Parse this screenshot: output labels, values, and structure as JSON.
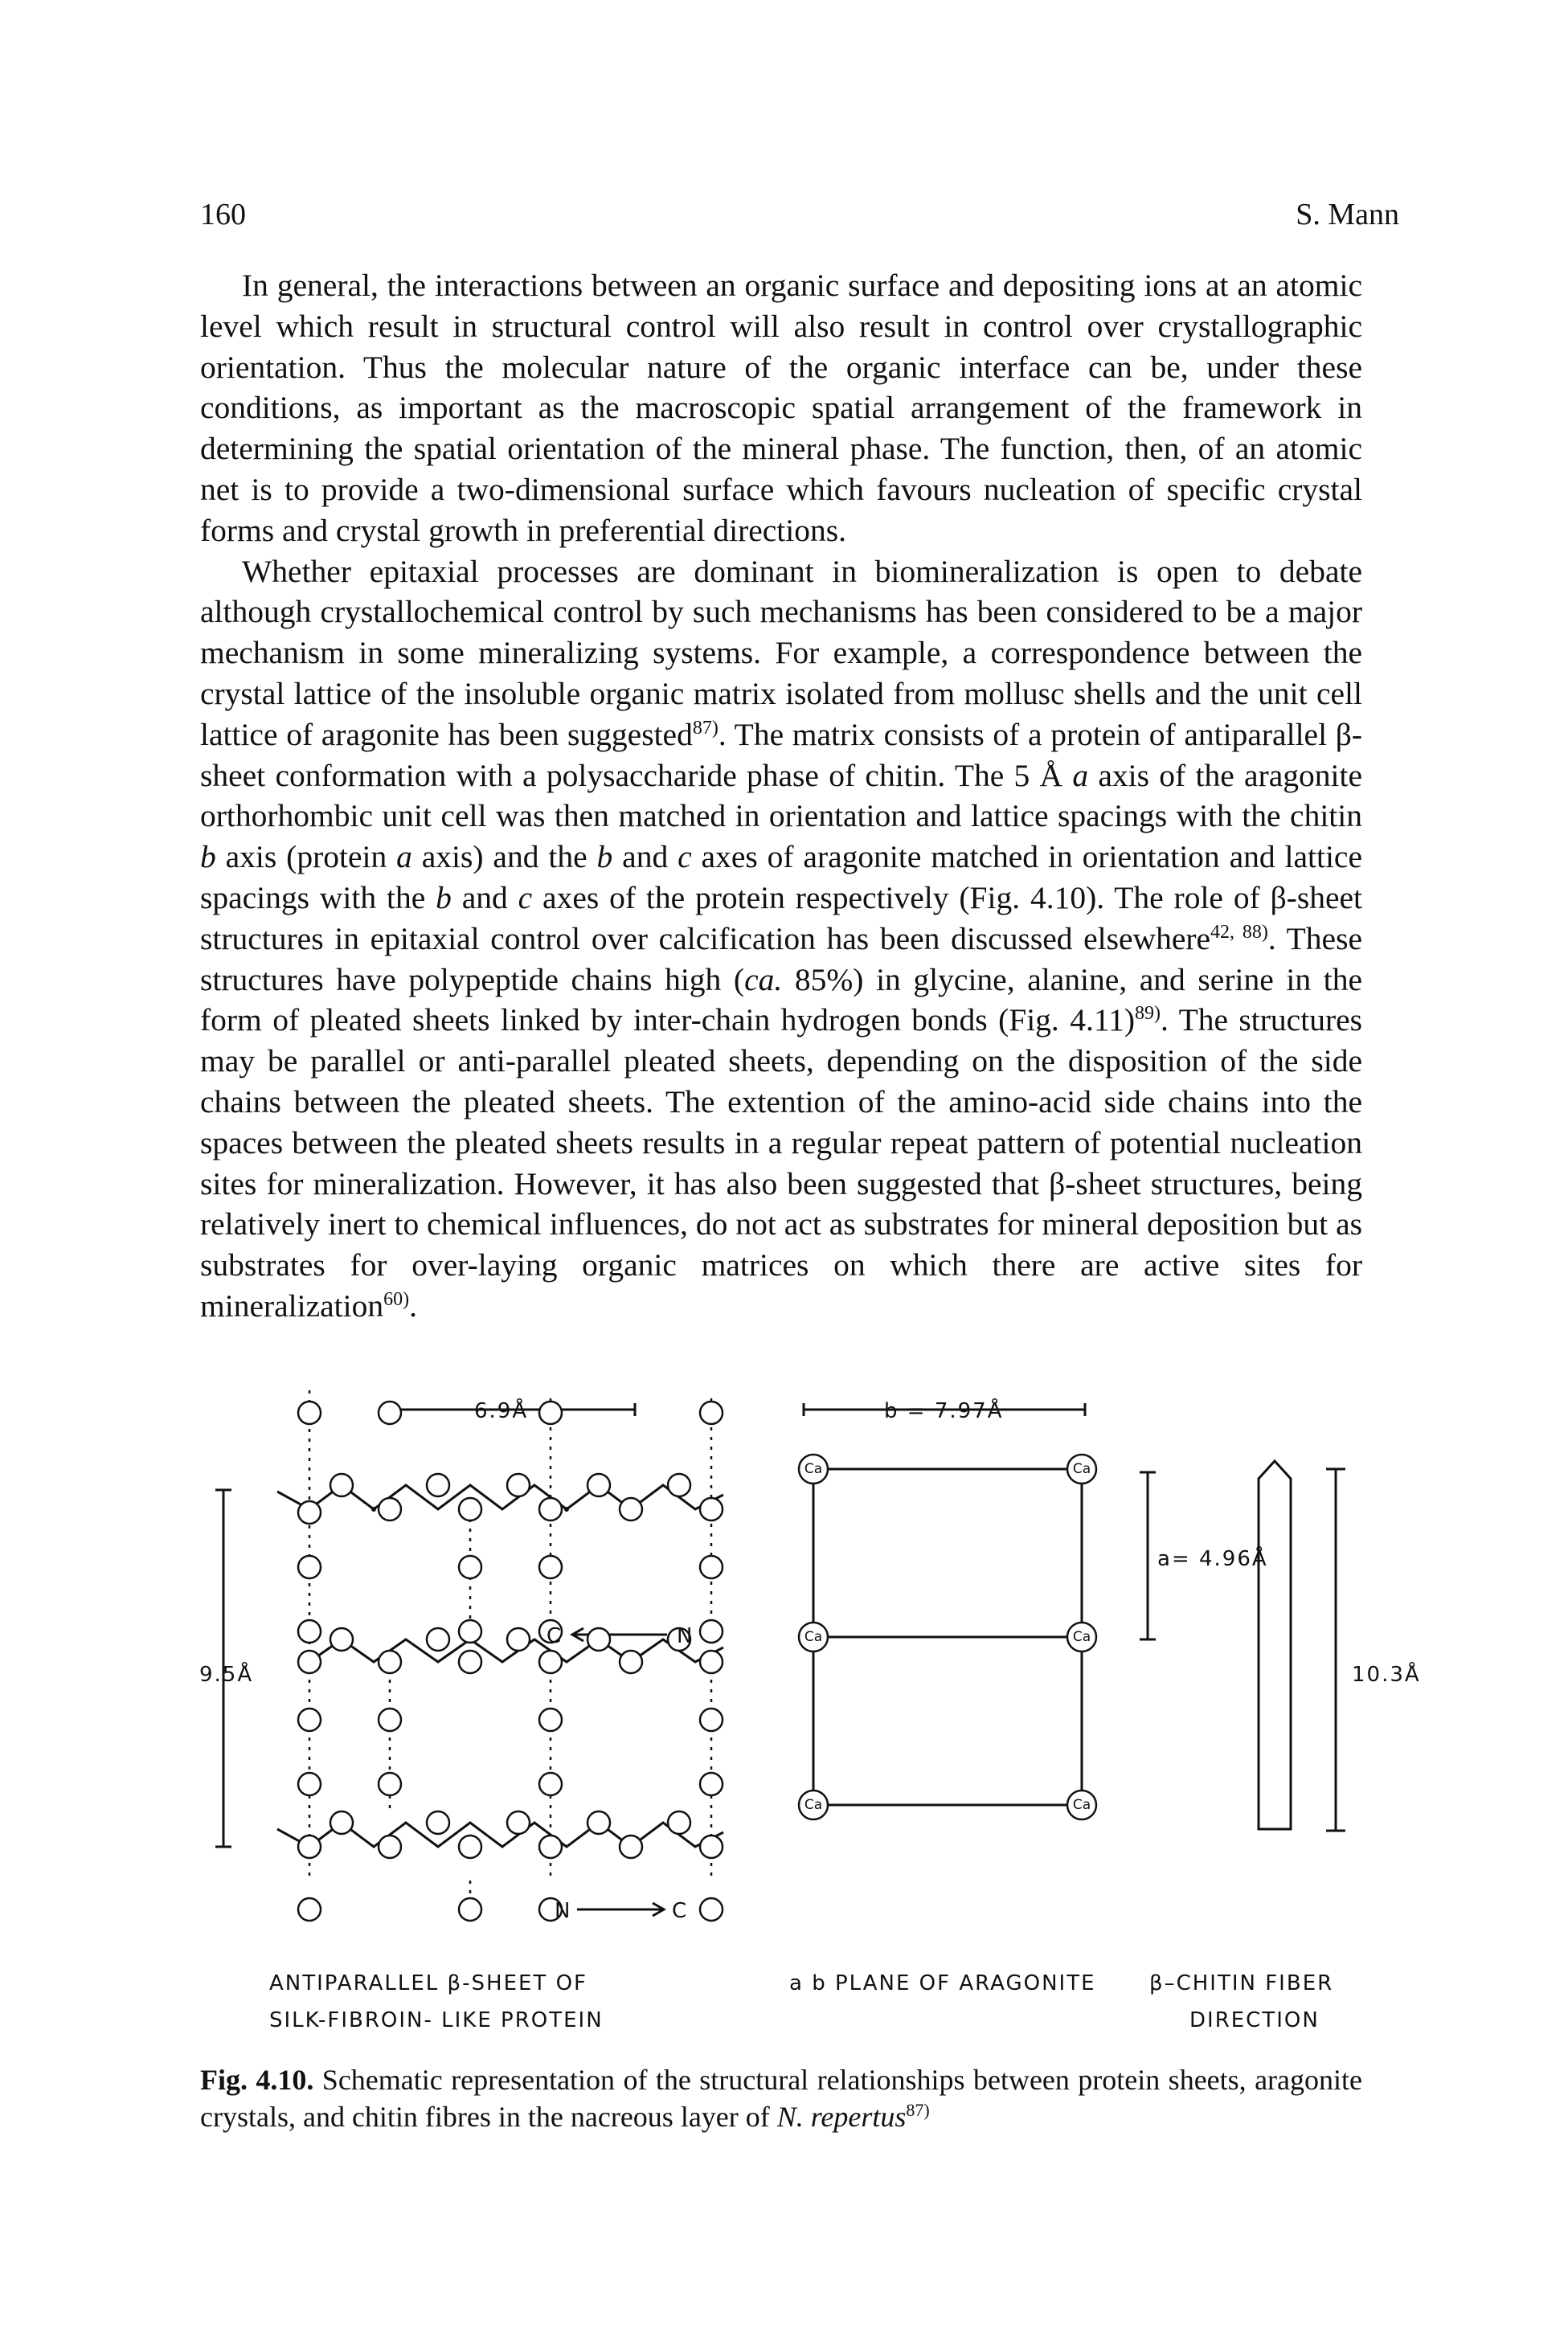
{
  "header": {
    "page_number": "160",
    "author": "S. Mann"
  },
  "body": {
    "p1": "In general, the interactions between an organic surface and depositing ions at an atomic level which result in structural control will also result in control over crystallographic orientation. Thus the molecular nature of the organic interface can be, under these conditions, as important as the macroscopic spatial arrangement of the framework in determining the spatial orientation of the mineral phase. The function, then, of an atomic net is to provide a two-dimensional surface which favours nucleation of specific crystal forms and crystal growth in preferential directions.",
    "p2_a": "Whether epitaxial processes are dominant in biomineralization is open to debate although crystallochemical control by such mechanisms has been considered to be a major mechanism in some mineralizing systems. For example, a correspondence between the crystal lattice of the insoluble organic matrix isolated from mollusc shells and the unit cell lattice of aragonite has been suggested",
    "p2_ref1": "87)",
    "p2_b": ". The matrix consists of a protein of antiparallel β-sheet conformation with a polysaccharide phase of chitin. The 5 Å ",
    "p2_a_axis": "a",
    "p2_c": " axis of the aragonite orthorhombic unit cell was then matched in orientation and lattice spacings with the chitin ",
    "p2_b_axis1": "b",
    "p2_d": " axis (protein ",
    "p2_a_axis2": "a",
    "p2_e": " axis) and the ",
    "p2_b_axis2": "b",
    "p2_f": " and ",
    "p2_c_axis1": "c",
    "p2_g": " axes of aragonite matched in orientation and lattice spacings with the ",
    "p2_b_axis3": "b",
    "p2_h": " and ",
    "p2_c_axis2": "c",
    "p2_i": " axes of the protein respectively (Fig. 4.10). The role of β-sheet structures in epitaxial control over calcification has been discussed elsewhere",
    "p2_ref2": "42, 88)",
    "p2_j": ". These structures have polypeptide chains high (",
    "p2_ca": "ca.",
    "p2_k": " 85%) in glycine, alanine, and serine in the form of pleated sheets linked by inter-chain hydrogen bonds (Fig. 4.11)",
    "p2_ref3": "89)",
    "p2_l": ". The structures may be parallel or anti-parallel pleated sheets, depending on the disposition of the side chains between the pleated sheets. The extention of the amino-acid side chains into the spaces between the pleated sheets results in a regular repeat pattern of potential nucleation sites for mineralization. However, it has also been suggested that β-sheet structures, being relatively inert to chemical influences, do not act as substrates for mineral deposition but as substrates for over-laying organic matrices on which there are active sites for mineralization",
    "p2_ref4": "60)",
    "p2_m": "."
  },
  "figure": {
    "dim_69": "6.9Å",
    "dim_95": "9.5Å",
    "label_cn": "C",
    "label_nn": "N",
    "label_nc_n": "N",
    "label_nc_c": "C",
    "dim_b": "b = 7.97Å",
    "dim_a": "a= 4.96Å",
    "dim_103": "10.3Å",
    "ca": "Ca",
    "panel1_line1": "ANTIPARALLEL β-SHEET  OF",
    "panel1_line2": "SILK-FIBROIN- LIKE  PROTEIN",
    "panel2_line1": "a b  PLANE  OF  ARAGONITE",
    "panel3_line1": "β–CHITIN  FIBER",
    "panel3_line2": "DIRECTION"
  },
  "caption": {
    "label": "Fig. 4.10.",
    "text": " Schematic representation of the structural relationships between protein sheets, aragonite crystals, and chitin fibres in the nacreous layer of ",
    "species": "N. repertus",
    "ref": "87)"
  }
}
